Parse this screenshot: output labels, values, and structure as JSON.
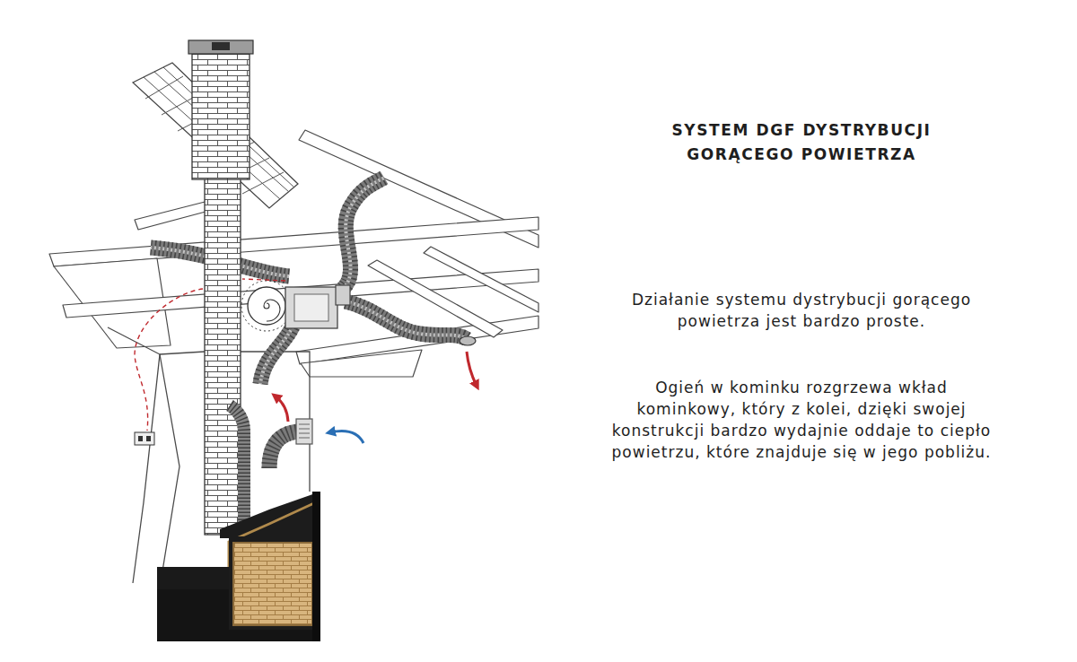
{
  "diagram": {
    "title": "SYSTEM DGF DYSTRYBUCJI GORĄCEGO POWIETRZA",
    "labels": [
      "Działanie systemu dystrybucji gorącego powietrza jest bardzo proste.",
      "Ogień w kominku rozgrzewa wkład kominkowy, który z kolei, dzięki swojej konstrukcji bardzo wydajnie oddaje to ciepło powietrzu, które znajduje się w jego pobliżu."
    ]
  }
}
